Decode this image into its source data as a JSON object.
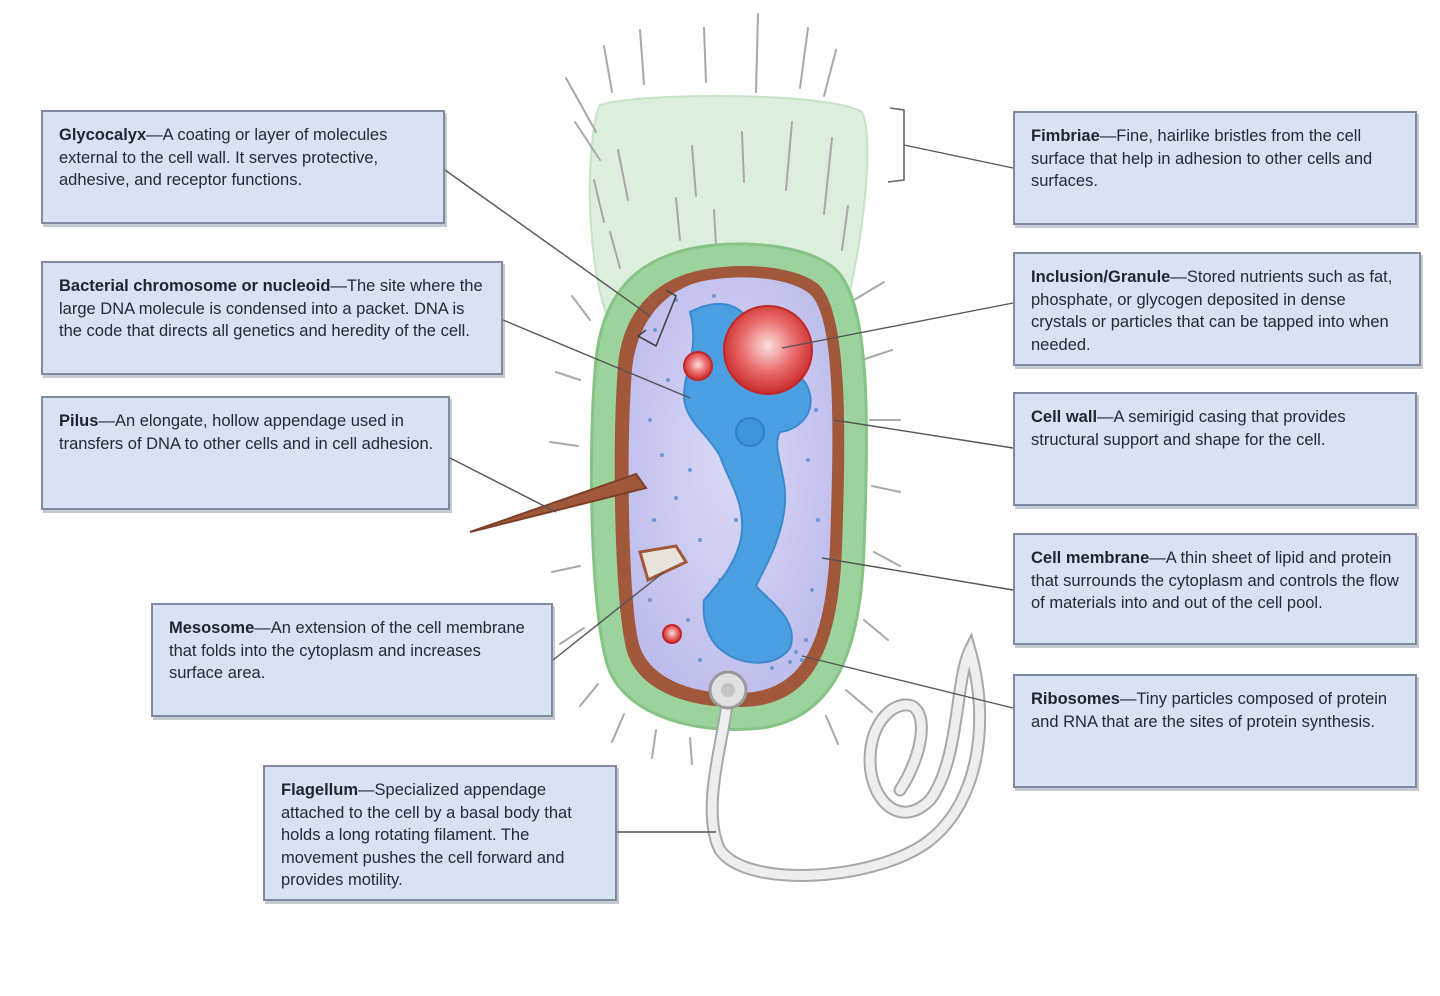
{
  "labels": {
    "glycocalyx": {
      "term": "Glycocalyx",
      "text": "—A coating or layer of molecules external to the cell wall.  It serves protective, adhesive, and receptor functions."
    },
    "chromosome": {
      "term": "Bacterial chromosome or nucleoid",
      "text": "—The site where the large DNA molecule is condensed into a packet.  DNA is the code that directs all genetics and heredity of the cell."
    },
    "pilus": {
      "term": "Pilus",
      "text": "—An elongate, hollow appendage used in transfers of DNA to other cells and in cell adhesion."
    },
    "mesosome": {
      "term": "Mesosome",
      "text": "—An extension of the cell membrane that folds into the cytoplasm and increases surface area."
    },
    "flagellum": {
      "term": "Flagellum",
      "text": "—Specialized appendage attached to the cell by a basal body that holds a long rotating filament. The movement pushes the cell forward and provides motility."
    },
    "fimbriae": {
      "term": "Fimbriae",
      "text": "—Fine, hairlike bristles from the cell surface that help in adhesion to other cells and surfaces."
    },
    "inclusion": {
      "term": "Inclusion/Granule",
      "text": "—Stored nutrients such as fat, phosphate, or glycogen deposited in dense crystals or particles that can be tapped into when needed."
    },
    "cellwall": {
      "term": "Cell wall",
      "text": "—A semirigid casing that provides structural support and shape for the cell."
    },
    "membrane": {
      "term": "Cell membrane",
      "text": "—A thin sheet of lipid and protein that surrounds the cytoplasm and controls the flow of materials into and out of the cell pool."
    },
    "ribosomes": {
      "term": "Ribosomes",
      "text": "—Tiny particles composed of protein and RNA that are the sites of protein synthesis."
    }
  },
  "colors": {
    "glycocalyx": "#dcefdc",
    "cell_wall_green": "#9cd39c",
    "cell_wall_brown": "#a0573a",
    "cytoplasm": "#c9c8f0",
    "nucleoid": "#4b9fe0",
    "inclusion": "#e33d3d",
    "flagellum": "#e6e6e6",
    "label_box": "#d9e2f3",
    "leader_line": "#555555"
  }
}
